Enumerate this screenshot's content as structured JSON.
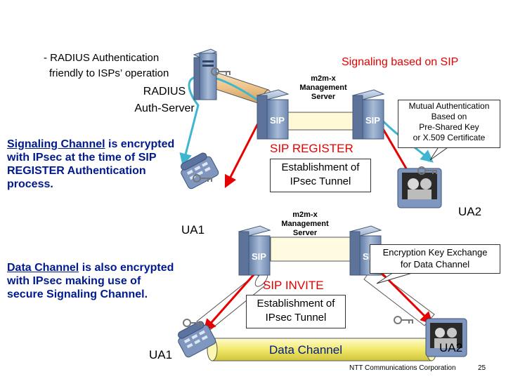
{
  "radius": {
    "bullet_line1": "- RADIUS Authentication",
    "bullet_line2": "friendly to ISPs’ operation",
    "server_line1": "RADIUS",
    "server_line2": "Auth-Server"
  },
  "signaling_title": "Signaling based on SIP",
  "top_server": {
    "line1": "m2m-x",
    "line2": "Management",
    "line3": "Server"
  },
  "mid_server": {
    "line1": "m2m-x",
    "line2": "Management",
    "line3": "Server"
  },
  "sig_channel": {
    "part1": "Signaling Channel",
    "part2": " is encrypted",
    "line2": "with IPsec at the time of SIP",
    "line3": "REGISTER Authentication",
    "line4": "process."
  },
  "data_channel_text": {
    "part1": "Data Channel",
    "part2": " is also encrypted",
    "line2": "with IPsec making use of",
    "line3": "secure Signaling Channel."
  },
  "sip_register": {
    "title": "SIP REGISTER",
    "box_line1": "Establishment of",
    "box_line2": "IPsec Tunnel"
  },
  "sip_invite": {
    "title": "SIP INVITE",
    "box_line1": "Establishment of",
    "box_line2": "IPsec Tunnel"
  },
  "mutual_auth": {
    "line1": "Mutual Authentication",
    "line2": "Based on",
    "line3": "Pre-Shared Key",
    "line4": "or X.509 Certificate"
  },
  "key_exchange": {
    "line1": "Encryption Key Exchange",
    "line2": "for Data Channel"
  },
  "ua1_top": "UA1",
  "ua1_bottom": "UA1",
  "ua2_top": "UA2",
  "ua2_bottom": "UA2",
  "server_badge": "SIP",
  "data_channel_label": "Data Channel",
  "footer_company": "NTT Communications Corporation",
  "page_number": "25",
  "colors": {
    "red": "#e60000",
    "blue": "#001a8c",
    "tube_yellow": "#f7f07a",
    "tube_orange": "#f3c98b",
    "server": "#8ea6c8",
    "key_cyan": "#57c7d9"
  },
  "icons": [
    "server-icon",
    "phone-icon",
    "videophone-icon",
    "key-icon"
  ]
}
